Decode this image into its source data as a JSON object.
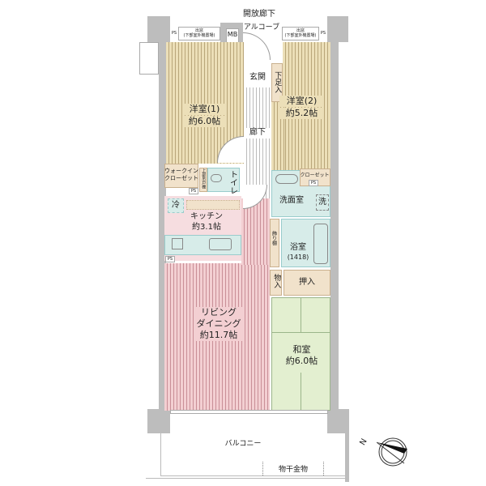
{
  "labels": {
    "corridor": "開放廊下",
    "alcove": "アルコーブ",
    "mb": "MB",
    "bay_window": "出窓",
    "bay_window_note": "(下部室外機置場)",
    "ps": "PS",
    "western1_name": "洋室(1)",
    "western1_size": "約6.0帖",
    "entrance": "玄関",
    "shoe_storage": "下足入",
    "western2_name": "洋室(2)",
    "western2_size": "約5.2帖",
    "hallway": "廊下",
    "walkin1": "ウォークイン",
    "walkin2": "クローゼット",
    "upper_cabinet": "上部吊戸棚",
    "toilet": "トイレ",
    "closet": "クローゼット",
    "fridge": "冷",
    "kitchen_name": "キッチン",
    "kitchen_size": "約3.1帖",
    "washroom": "洗面室",
    "washer": "洗",
    "display_shelf": "飾り棚",
    "bath_name": "浴室",
    "bath_size": "(1418)",
    "storage": "物入",
    "oshiire": "押入",
    "living1": "リビング",
    "living2": "ダイニング",
    "living_size": "約11.7帖",
    "japanese_name": "和室",
    "japanese_size": "約6.0帖",
    "balcony": "バルコニー",
    "laundry_hanger": "物干金物",
    "north": "N"
  },
  "colors": {
    "western": "#ecdfb8",
    "living": "#f3cfd2",
    "japanese": "#e3efd0",
    "wet": "#d7ece9"
  }
}
